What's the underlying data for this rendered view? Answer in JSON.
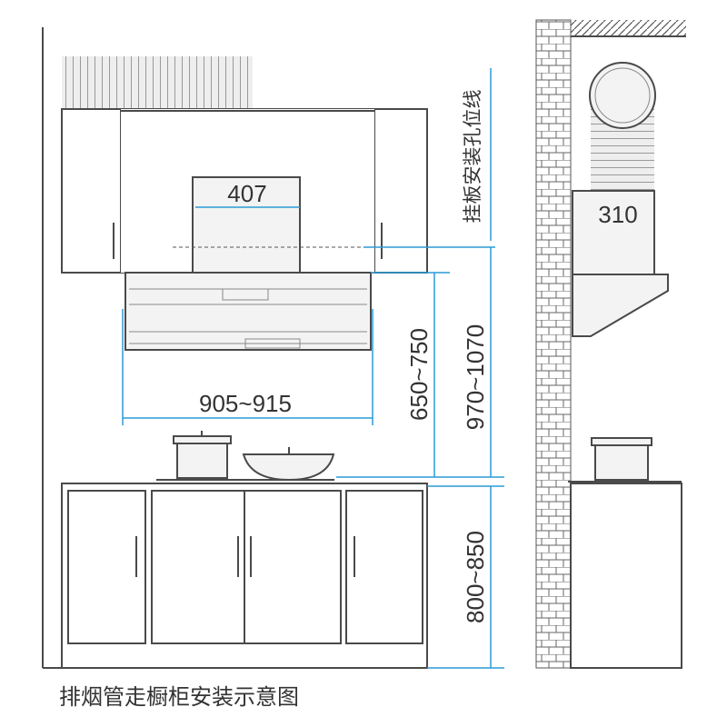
{
  "dimensions": {
    "chimney_width": "407",
    "hood_width": "905~915",
    "hood_to_counter": "650~750",
    "hole_line_to_counter": "970~1070",
    "counter_height": "800~850",
    "side_box_depth": "310"
  },
  "labels": {
    "hole_line": "挂板安装孔位线",
    "caption": "排烟管走橱柜安装示意图"
  },
  "colors": {
    "dimension": "#2a9bd6",
    "line": "#4a4a4a"
  }
}
